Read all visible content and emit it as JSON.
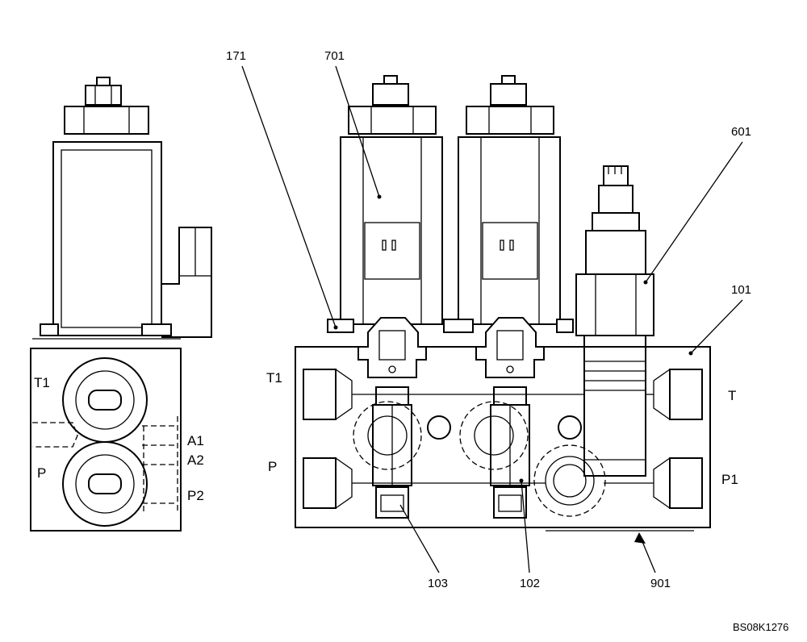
{
  "callouts": {
    "c171": "171",
    "c701": "701",
    "c601": "601",
    "c101": "101",
    "c103": "103",
    "c102": "102",
    "c901": "901"
  },
  "side_view_ports": {
    "t1": "T1",
    "p": "P",
    "a1": "A1",
    "a2": "A2",
    "p2": "P2"
  },
  "front_view_ports": {
    "t1": "T1",
    "p": "P",
    "t": "T",
    "p1": "P1"
  },
  "drawing_code": "BS08K1276"
}
